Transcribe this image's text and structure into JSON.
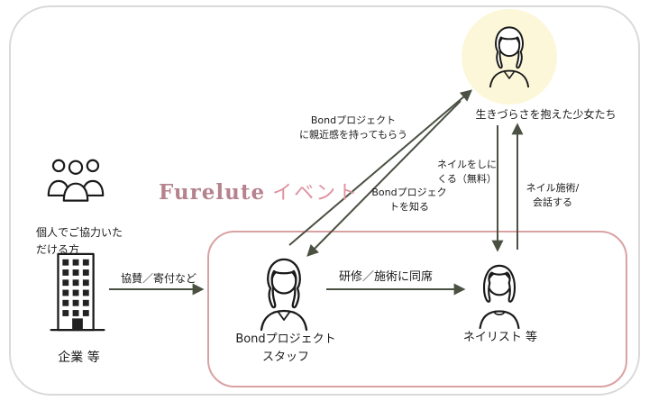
{
  "diagram": {
    "title": {
      "brand": "Furelute",
      "suffix": "イベント"
    },
    "nodes": {
      "girls": {
        "label": "生きづらさを抱えた少女たち"
      },
      "individuals": {
        "label": "個人でご協力いた\nだける方"
      },
      "company": {
        "label": "企業 等"
      },
      "staff": {
        "label": "Bondプロジェクト\nスタッフ"
      },
      "nailist": {
        "label": "ネイリスト 等"
      }
    },
    "arrows": {
      "sponsor": {
        "label": "協賛／寄付など"
      },
      "training": {
        "label": "研修／施術に同席"
      },
      "affinity": {
        "label": "Bondプロジェクト\nに親近感を持ってもらう"
      },
      "know": {
        "label": "Bondプロジェク\nトを知る"
      },
      "nail_visit": {
        "label": "ネイルをしに\nくる（無料）"
      },
      "nail_service": {
        "label": "ネイル施術/\n会話する"
      }
    },
    "colors": {
      "arrow": "#4a5142",
      "box-pink": "#d9a2a2",
      "highlight-yellow": "#fbf7d8",
      "title-brand": "#b5838e",
      "title-suffix": "#de93a1",
      "frame-border": "#dadada",
      "icon-line": "#1a1a1a"
    }
  }
}
